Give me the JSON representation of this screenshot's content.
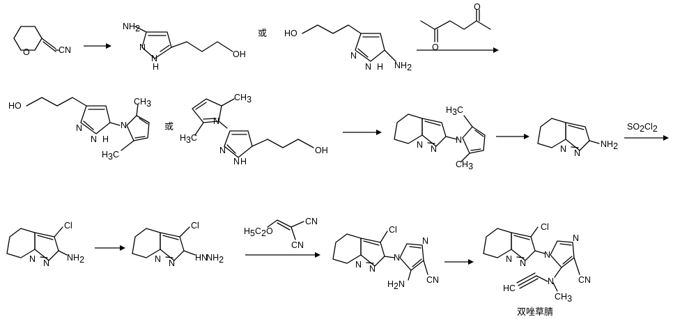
{
  "atoms": {
    "cn": "CN",
    "nh2": "NH",
    "sub2": "2",
    "nh": "H",
    "n": "N",
    "oh": "OH",
    "ho": "HO",
    "o": "O",
    "ch3": "CH",
    "h3c": "H",
    "c": "C",
    "cl": "Cl",
    "so": "SO",
    "hnnh2": "HN",
    "nh2b": "NH",
    "h5c2o_h": "H",
    "sub5": "5",
    "c2o": "C",
    "o_only": "O",
    "hc": "HC",
    "sub3": "3"
  },
  "connector_or": "或",
  "product_name": "双唑草腈"
}
